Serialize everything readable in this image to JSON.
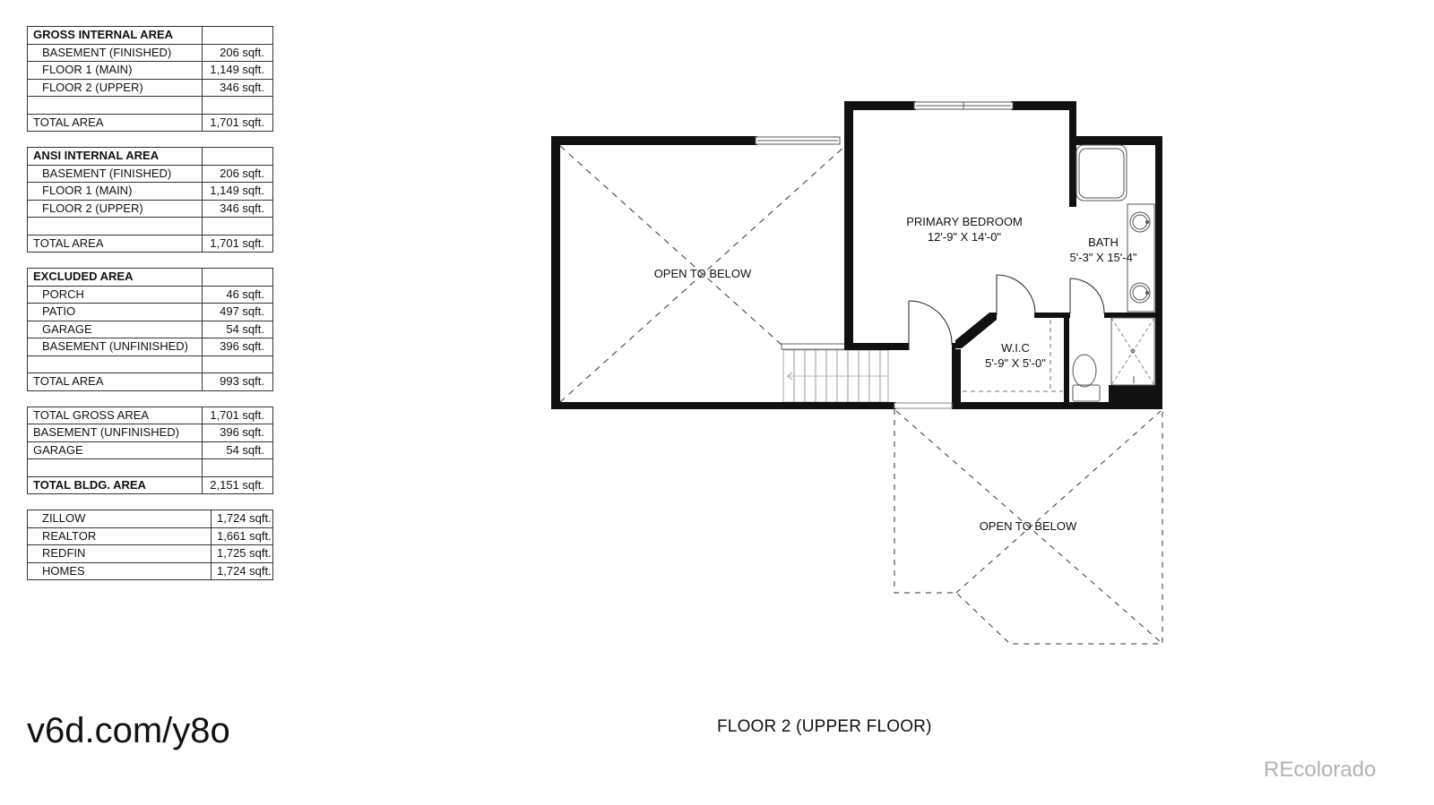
{
  "area_tables": [
    {
      "rows": [
        {
          "label": "GROSS INTERNAL AREA",
          "value": "",
          "bold": true,
          "indent": false
        },
        {
          "label": "BASEMENT (FINISHED)",
          "value": "206 sqft.",
          "bold": false,
          "indent": true
        },
        {
          "label": "FLOOR 1 (MAIN)",
          "value": "1,149 sqft.",
          "bold": false,
          "indent": true
        },
        {
          "label": "FLOOR 2 (UPPER)",
          "value": "346 sqft.",
          "bold": false,
          "indent": true
        },
        {
          "label": "",
          "value": "",
          "bold": false,
          "indent": false
        },
        {
          "label": "TOTAL AREA",
          "value": "1,701 sqft.",
          "bold": false,
          "indent": false
        }
      ]
    },
    {
      "rows": [
        {
          "label": "ANSI INTERNAL AREA",
          "value": "",
          "bold": true,
          "indent": false
        },
        {
          "label": "BASEMENT (FINISHED)",
          "value": "206 sqft.",
          "bold": false,
          "indent": true
        },
        {
          "label": "FLOOR 1 (MAIN)",
          "value": "1,149 sqft.",
          "bold": false,
          "indent": true
        },
        {
          "label": "FLOOR 2 (UPPER)",
          "value": "346 sqft.",
          "bold": false,
          "indent": true
        },
        {
          "label": "",
          "value": "",
          "bold": false,
          "indent": false
        },
        {
          "label": "TOTAL AREA",
          "value": "1,701 sqft.",
          "bold": false,
          "indent": false
        }
      ]
    },
    {
      "rows": [
        {
          "label": "EXCLUDED AREA",
          "value": "",
          "bold": true,
          "indent": false
        },
        {
          "label": "PORCH",
          "value": "46 sqft.",
          "bold": false,
          "indent": true
        },
        {
          "label": "PATIO",
          "value": "497 sqft.",
          "bold": false,
          "indent": true
        },
        {
          "label": "GARAGE",
          "value": "54 sqft.",
          "bold": false,
          "indent": true
        },
        {
          "label": "BASEMENT (UNFINISHED)",
          "value": "396 sqft.",
          "bold": false,
          "indent": true
        },
        {
          "label": "",
          "value": "",
          "bold": false,
          "indent": false
        },
        {
          "label": "TOTAL AREA",
          "value": "993 sqft.",
          "bold": false,
          "indent": false
        }
      ]
    },
    {
      "rows": [
        {
          "label": "TOTAL GROSS AREA",
          "value": "1,701 sqft.",
          "bold": false,
          "indent": false
        },
        {
          "label": "BASEMENT (UNFINISHED)",
          "value": "396 sqft.",
          "bold": false,
          "indent": false
        },
        {
          "label": "GARAGE",
          "value": "54 sqft.",
          "bold": false,
          "indent": false
        },
        {
          "label": "",
          "value": "",
          "bold": false,
          "indent": false
        },
        {
          "label": "TOTAL BLDG. AREA",
          "value": "2,151 sqft.",
          "bold": true,
          "indent": false
        }
      ]
    },
    {
      "rows": [
        {
          "label": "ZILLOW",
          "value": "1,724 sqft.",
          "bold": false,
          "indent": true
        },
        {
          "label": "REALTOR",
          "value": "1,661 sqft.",
          "bold": false,
          "indent": true
        },
        {
          "label": "REDFIN",
          "value": "1,725 sqft.",
          "bold": false,
          "indent": true
        },
        {
          "label": "HOMES",
          "value": "1,724 sqft.",
          "bold": false,
          "indent": true
        }
      ]
    }
  ],
  "floorplan": {
    "rooms": {
      "open_left": "OPEN TO BELOW",
      "bedroom_name": "PRIMARY BEDROOM",
      "bedroom_dims": "12'-9\" X 14'-0\"",
      "bath_name": "BATH",
      "bath_dims": "5'-3\" X 15'-4\"",
      "wic_name": "W.I.C",
      "wic_dims": "5'-9\" X 5'-0\"",
      "open_bottom": "OPEN TO BELOW"
    }
  },
  "caption": "FLOOR 2 (UPPER FLOOR)",
  "shortlink": "v6d.com/y8o",
  "brand": "REcolorado"
}
